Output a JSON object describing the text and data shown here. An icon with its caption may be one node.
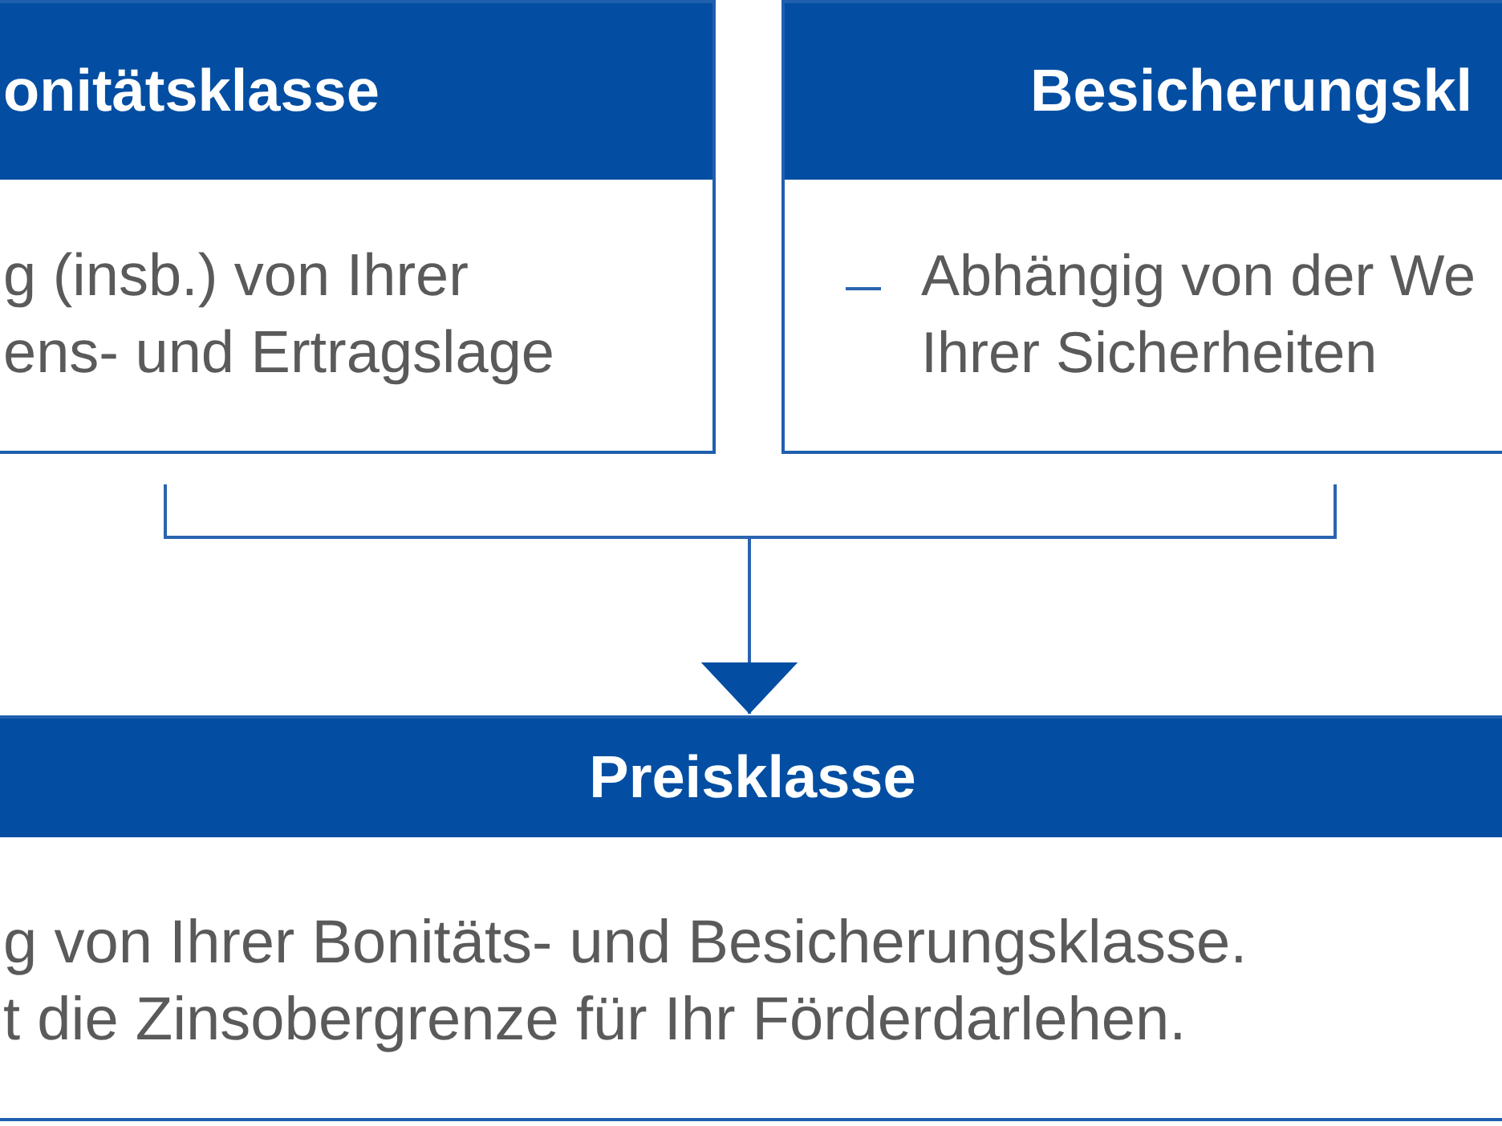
{
  "diagram": {
    "nodes": [
      {
        "text": [
          "onitätsklasse",
          "g (insb.) von Ihrer ens- und Ertragslage"
        ]
      },
      {
        "text": [
          "Besicherungskl",
          "Abhängig von der We Ihrer Sicherheiten"
        ]
      },
      {
        "text": [
          "Preisklasse",
          "g von Ihrer Bonitäts- und Besicherungsklasse. t die Zinsobergrenze für Ihr Förderdarlehen."
        ]
      }
    ],
    "edges": [
      {
        "from": 0,
        "to": 2,
        "arrow": "to"
      },
      {
        "from": 1,
        "to": 2,
        "arrow": "to"
      }
    ]
  }
}
